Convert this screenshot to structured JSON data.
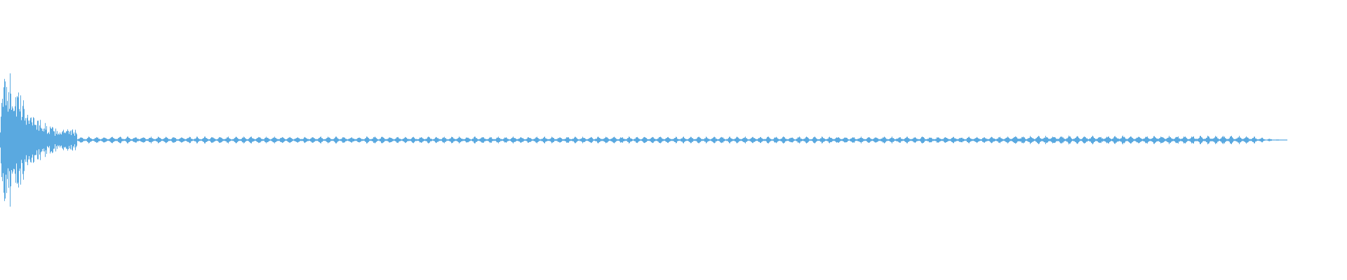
{
  "waveform": {
    "color": "#5aa9e0",
    "background": "#ffffff",
    "envelope": {
      "attack_peak_amplitude": 0.85,
      "sustain_amplitude": 0.03,
      "burst_amplitude": 0.04,
      "end_fraction_of_width": 0.955
    }
  }
}
